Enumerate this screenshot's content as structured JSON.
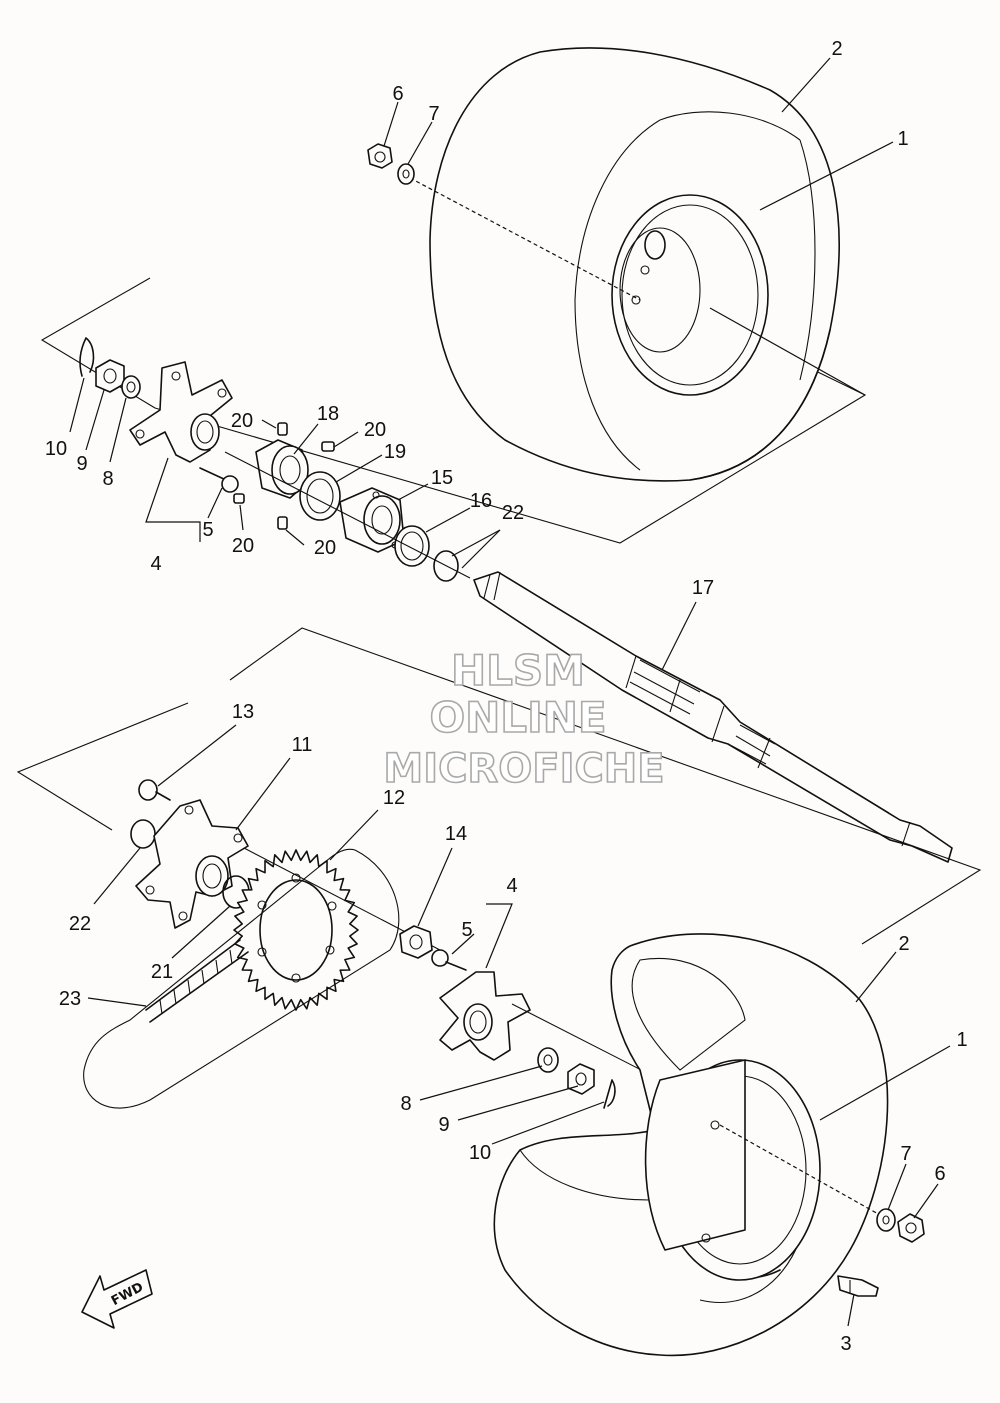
{
  "labels": {
    "top_rim": "1",
    "top_tire": "2",
    "top_nut": "6",
    "top_washer": "7",
    "top_hub_assy": "4",
    "top_bolt": "5",
    "top_washer_8": "8",
    "top_nut_9": "9",
    "top_pin_10": "10",
    "top_holder": "18",
    "top_set_screw_a": "20",
    "top_set_screw_b": "20",
    "top_set_screw_c": "20",
    "top_set_screw_d": "20",
    "oil_seal": "19",
    "bearing_housing": "15",
    "collar": "16",
    "circlip": "22",
    "rear_axle": "17",
    "bolt_13": "13",
    "sprocket_hub": "11",
    "oring_22": "22",
    "oring_21": "21",
    "sprocket": "12",
    "chain": "23",
    "nut_14": "14",
    "bot_bolt": "5",
    "bot_hub_assy": "4",
    "bot_tire": "2",
    "bot_rim": "1",
    "bot_washer_8": "8",
    "bot_nut_9": "9",
    "bot_pin_10": "10",
    "bot_washer": "7",
    "bot_nut": "6",
    "valve": "3"
  },
  "watermark": {
    "line1": "HLSM",
    "line2": "ONLINE",
    "line3": "MICROFICHE"
  },
  "fwd_label": "FWD"
}
